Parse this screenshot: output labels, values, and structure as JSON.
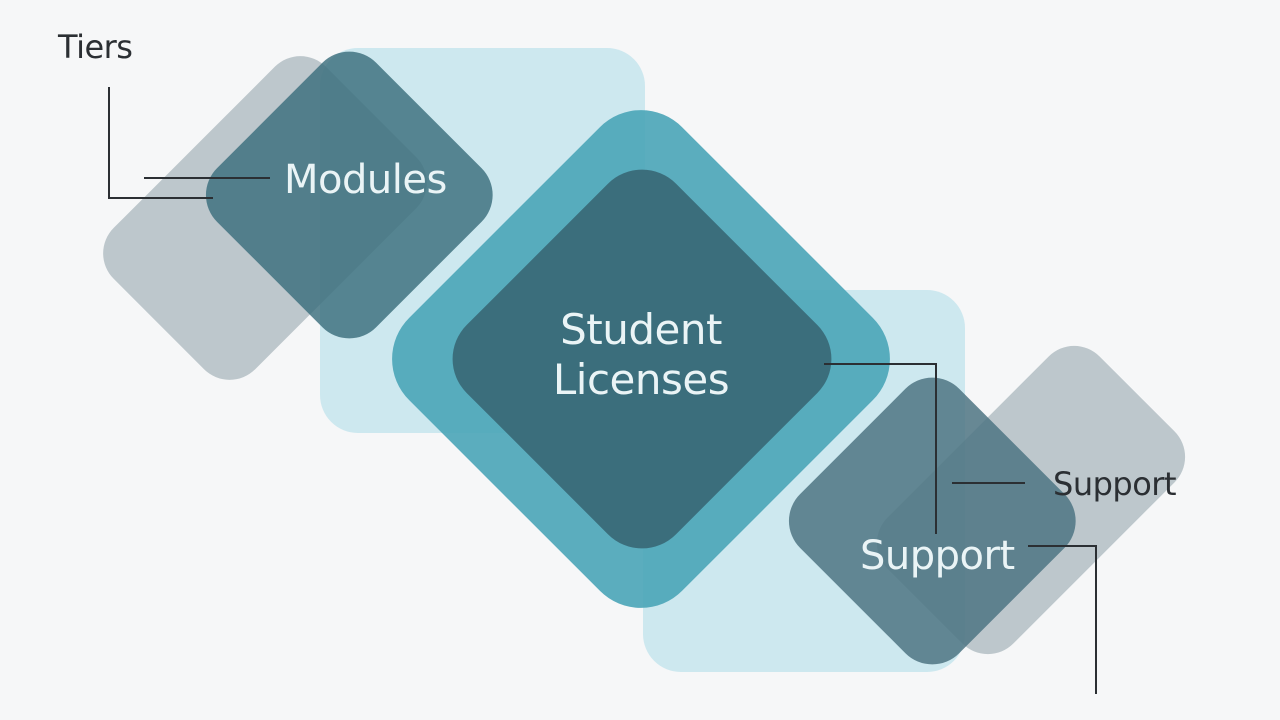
{
  "labels": {
    "tiers": "Tiers",
    "modules": "Modules",
    "center_line1": "Student",
    "center_line2": "Licenses",
    "support_main": "Support",
    "support_side": "Support"
  },
  "colors": {
    "background": "#f6f7f8",
    "pale_cyan": "#bfe3ec",
    "teal": "#4da6b8",
    "dark_teal": "#3b6e7c",
    "slate": "#4e7482",
    "gray_shadow": "#8ea0a8",
    "connector": "#2b2f33"
  }
}
